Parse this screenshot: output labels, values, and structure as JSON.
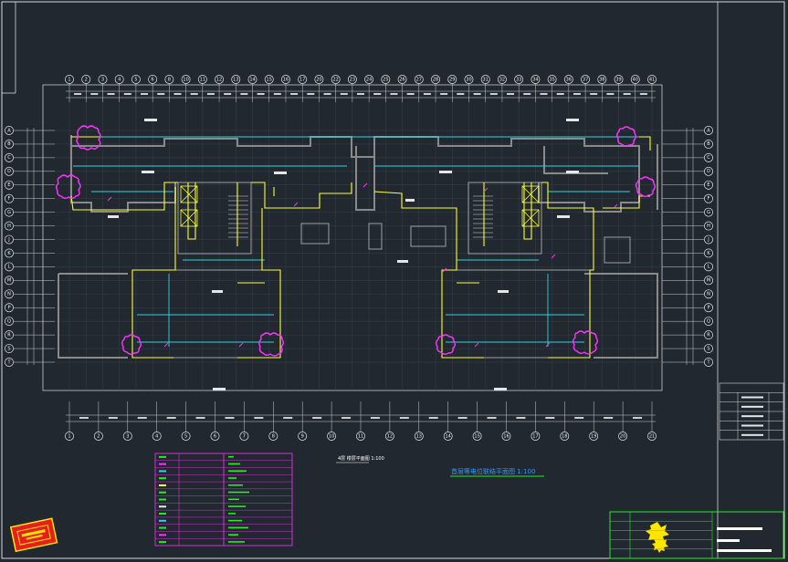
{
  "drawing": {
    "title": "首层等电位联结平面图 1:100",
    "secondary_title": "4层 楼层平面图 1:100",
    "colors": {
      "background": "#212830",
      "frame": "#d9d9d9",
      "wall": "#8a8a8a",
      "bonding_line": "#ffff33",
      "cyan_line": "#2fd3e0",
      "magenta_mark": "#ff33ff",
      "green": "#22ee22",
      "title_blue": "#2f9bff",
      "stamp_red": "#e61e1e",
      "stamp_yellow": "#ffe600"
    }
  },
  "axes": {
    "top": [
      "1",
      "2",
      "3",
      "4",
      "5",
      "6",
      "8",
      "10",
      "11",
      "12",
      "13",
      "14",
      "15",
      "16",
      "17",
      "20",
      "22",
      "23",
      "24",
      "25",
      "26",
      "27",
      "28",
      "29",
      "30",
      "31",
      "32",
      "33",
      "34",
      "35",
      "36",
      "37",
      "38",
      "39",
      "40",
      "41"
    ],
    "bottom": [
      "1",
      "2",
      "3",
      "4",
      "5",
      "6",
      "7",
      "8",
      "9",
      "10",
      "11",
      "12",
      "13",
      "14",
      "15",
      "16",
      "17",
      "18",
      "19",
      "20",
      "21"
    ],
    "left": [
      "A",
      "B",
      "C",
      "D",
      "E",
      "F",
      "G",
      "H",
      "J",
      "K",
      "L",
      "M",
      "N",
      "P",
      "Q",
      "R",
      "S",
      "T"
    ],
    "right": [
      "A",
      "B",
      "C",
      "D",
      "E",
      "F",
      "G",
      "H",
      "J",
      "K",
      "L",
      "M",
      "N",
      "P",
      "Q",
      "R",
      "S",
      "T"
    ]
  },
  "legend_table": {
    "rows": 13
  },
  "info_box": {
    "rows": 6
  },
  "title_block": {
    "rows": 5
  }
}
